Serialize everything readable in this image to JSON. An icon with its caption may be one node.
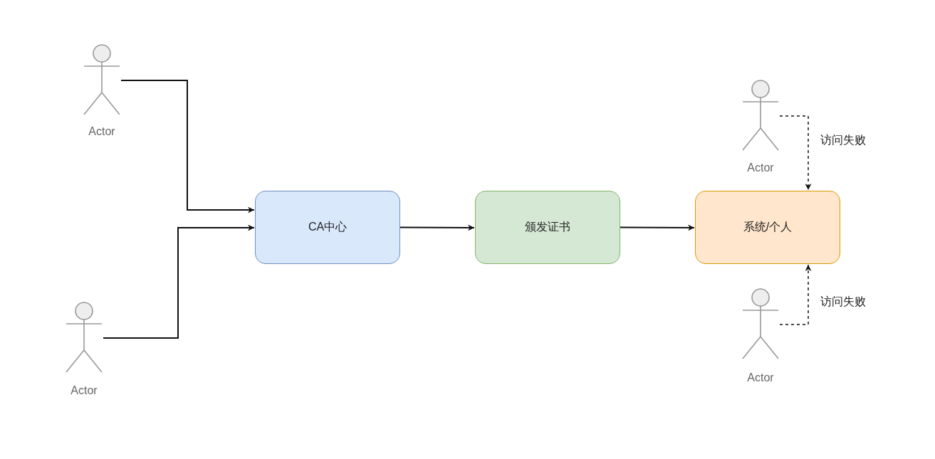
{
  "diagram": {
    "nodes": [
      {
        "text": [
          "Actor"
        ]
      },
      {
        "text": [
          "Actor"
        ]
      },
      {
        "text": [
          "CA中心"
        ]
      },
      {
        "text": [
          "颁发证书"
        ]
      },
      {
        "text": [
          "系统/个人"
        ]
      },
      {
        "text": [
          "Actor"
        ]
      },
      {
        "text": [
          "Actor"
        ]
      }
    ],
    "edges": [
      {
        "from": 0,
        "to": 2,
        "arrow": "to"
      },
      {
        "from": 6,
        "to": 2,
        "arrow": "to"
      },
      {
        "from": 2,
        "to": 3,
        "arrow": "to"
      },
      {
        "from": 3,
        "to": 4,
        "arrow": "to"
      },
      {
        "from": 1,
        "to": 4,
        "arrow": "to",
        "label": "访问失败",
        "style": "dashed"
      },
      {
        "from": 5,
        "to": 4,
        "arrow": "to",
        "label": "访问失败",
        "style": "dashed"
      }
    ]
  }
}
